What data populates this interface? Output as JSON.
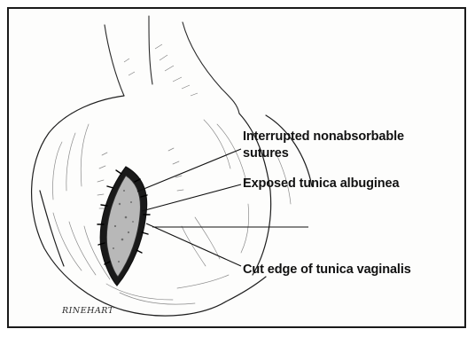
{
  "labels": {
    "sutures_line1": "Interrupted nonabsorbable",
    "sutures_line2": "sutures",
    "albuginea": "Exposed tunica albuginea",
    "vaginalis": "Cut edge of tunica vaginalis"
  },
  "signature": "RINEHART",
  "colors": {
    "ink": "#1a1a1a",
    "paper": "#fdfdfc",
    "shade": "#8a8a8a"
  }
}
